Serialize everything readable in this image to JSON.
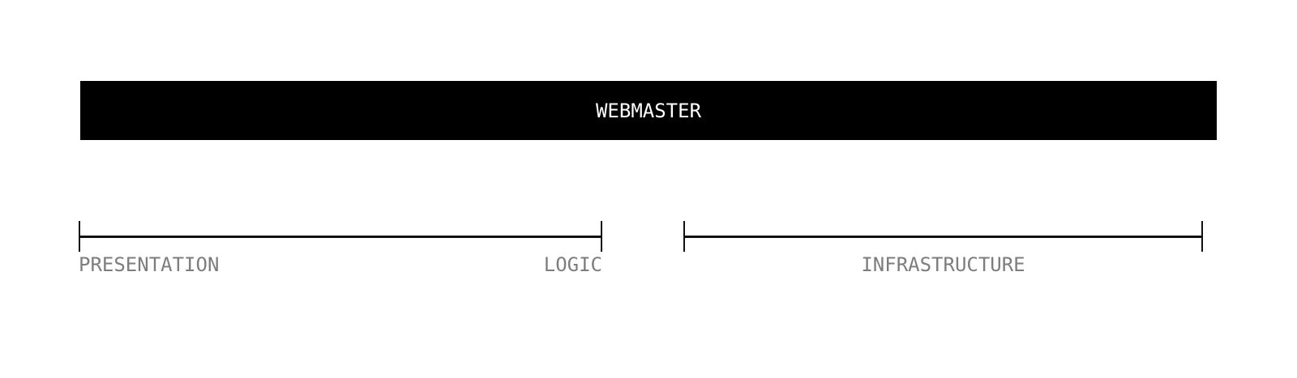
{
  "diagram": {
    "title_bar": {
      "label": "WEBMASTER"
    },
    "ranges": [
      {
        "id": "presentation-logic",
        "label_left": "PRESENTATION",
        "label_right": "LOGIC"
      },
      {
        "id": "infrastructure",
        "label_center": "INFRASTRUCTURE"
      }
    ],
    "colors": {
      "bar_background": "#000000",
      "bar_text": "#ffffff",
      "line": "#111111",
      "label_text": "#7d7d7d",
      "page_background": "#ffffff"
    }
  }
}
